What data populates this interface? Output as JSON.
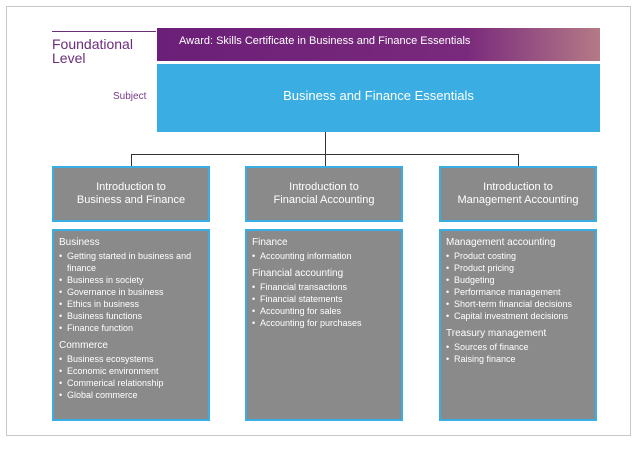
{
  "level": {
    "line1": "Foundational",
    "line2": "Level"
  },
  "award": "Award: Skills Certificate in Business and Finance Essentials",
  "subject_label": "Subject",
  "subject": "Business and Finance Essentials",
  "units": [
    {
      "line1": "Introduction to",
      "line2": "Business and Finance"
    },
    {
      "line1": "Introduction to",
      "line2": "Financial Accounting"
    },
    {
      "line1": "Introduction to",
      "line2": "Management Accounting"
    }
  ],
  "content": [
    {
      "sections": [
        {
          "title": "Business",
          "items": [
            "Getting started in business and finance",
            "Business in society",
            "Governance in business",
            "Ethics in business",
            "Business functions",
            "Finance function"
          ]
        },
        {
          "title": "Commerce",
          "items": [
            "Business ecosystems",
            "Economic environment",
            "Commerical relationship",
            "Global commerce"
          ]
        }
      ]
    },
    {
      "sections": [
        {
          "title": "Finance",
          "items": [
            "Accounting information"
          ]
        },
        {
          "title": "Financial accounting",
          "items": [
            "Financial transactions",
            "Financial statements",
            "Accounting for sales",
            "Accounting for purchases"
          ]
        }
      ]
    },
    {
      "sections": [
        {
          "title": "Management accounting",
          "items": [
            "Product costing",
            "Product pricing",
            "Budgeting",
            "Performance management",
            "Short-term financial decisions",
            "Capital investment decisions"
          ]
        },
        {
          "title": "Treasury management",
          "items": [
            "Sources of finance",
            "Raising finance"
          ]
        }
      ]
    }
  ],
  "colors": {
    "purple": "#6b1f78",
    "blue": "#3aaee2",
    "grey": "#8a8a8a"
  }
}
